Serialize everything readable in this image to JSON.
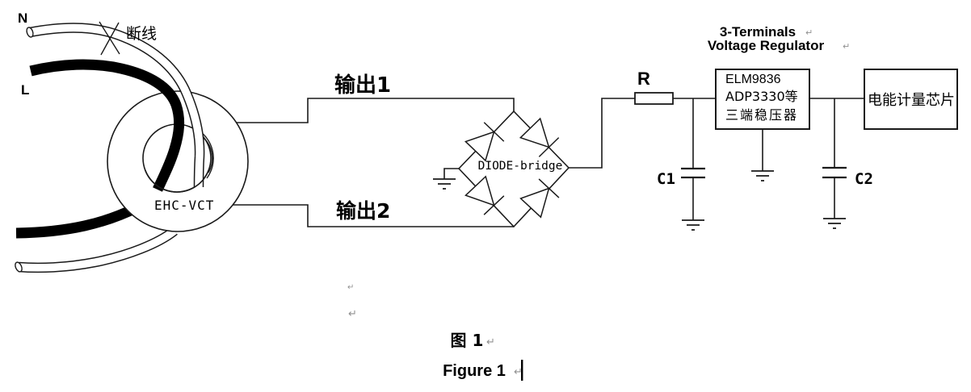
{
  "diagram": {
    "mains": {
      "neutral_label": "N",
      "live_label": "L",
      "break_label": "断线"
    },
    "transformer": {
      "label": "EHC-VCT",
      "output1_label": "输出1",
      "output2_label": "输出2"
    },
    "bridge": {
      "label": "DIODE-bridge"
    },
    "resistor": {
      "label": "R"
    },
    "capacitors": {
      "c1_label": "C1",
      "c2_label": "C2"
    },
    "regulator": {
      "title_line1": "3-Terminals",
      "title_line2": "Voltage Regulator",
      "box_line1": "ELM9836",
      "box_line2": "ADP3330等",
      "box_line3": "三端稳压器"
    },
    "chip": {
      "label": "电能计量芯片"
    }
  },
  "caption": {
    "cn": "图 1",
    "en": "Figure 1"
  },
  "marks": {
    "pilcrow": "↵"
  },
  "colors": {
    "ink": "#1a1a1a",
    "pilcrow": "#909090",
    "background": "#ffffff"
  }
}
